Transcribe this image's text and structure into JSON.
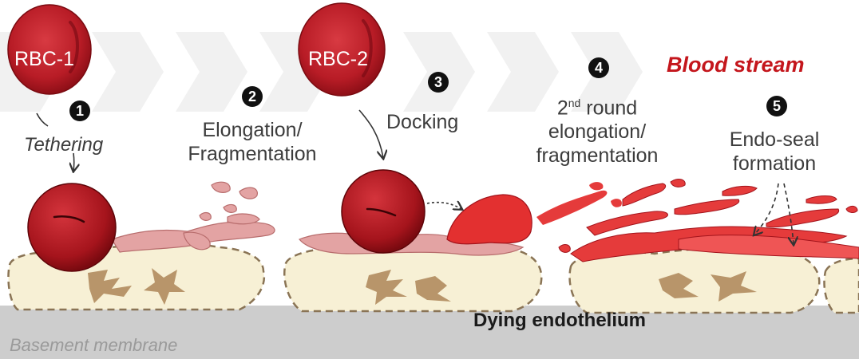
{
  "rbc_labels": {
    "rbc1": "RBC-1",
    "rbc2": "RBC-2"
  },
  "bloodstream": "Blood stream",
  "steps": {
    "s1": {
      "num": "1",
      "label": "Tethering"
    },
    "s2": {
      "num": "2",
      "line1": "Elongation/",
      "line2": "Fragmentation"
    },
    "s3": {
      "num": "3",
      "label": "Docking"
    },
    "s4": {
      "num": "4",
      "sup": "nd",
      "line1_prefix": "2",
      "line1_suffix": " round",
      "line2": "elongation/",
      "line3": "fragmentation"
    },
    "s5": {
      "num": "5",
      "line1": "Endo-seal",
      "line2": "formation"
    }
  },
  "dying_endothelium": "Dying endothelium",
  "basement_membrane": "Basement membrane",
  "colors": {
    "rbc": "#c51f2a",
    "rbc_dark": "#8e0f17",
    "fragment_pink": "#e3a3a3",
    "fragment_red": "#e53b3b",
    "endothelium": "#f7f0d5",
    "nucleus": "#b8956a",
    "membrane": "#cfcfcf",
    "blood_text": "#c4161c"
  }
}
